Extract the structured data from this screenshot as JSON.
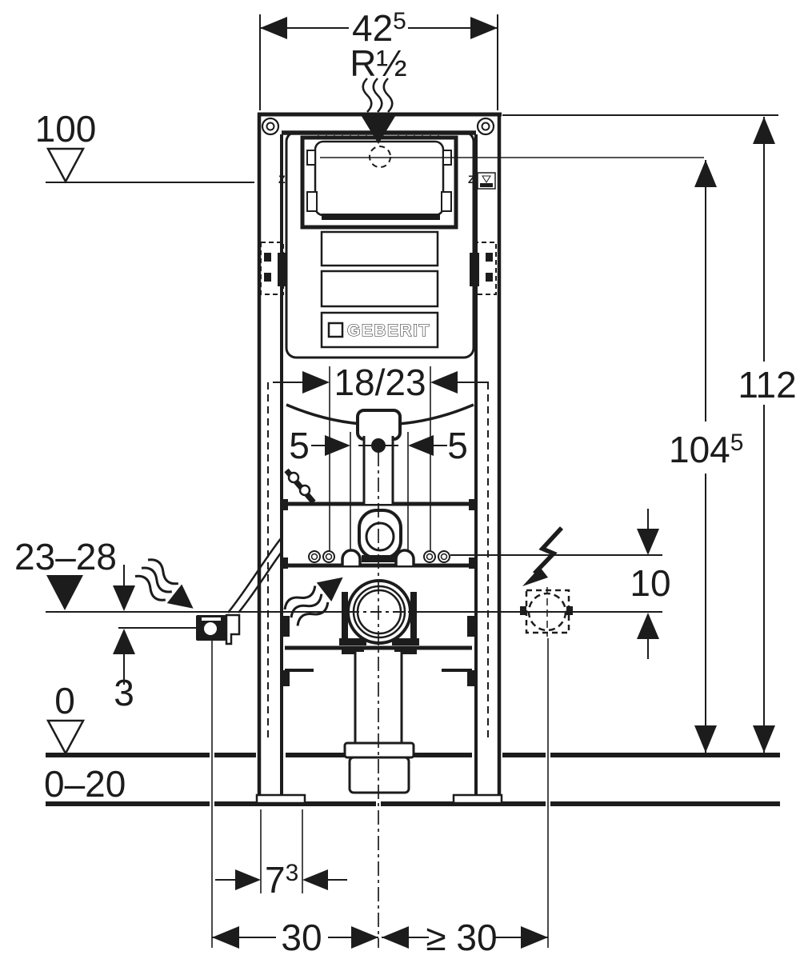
{
  "drawing": {
    "brand_logo": "GEBERIT",
    "type": "installation-frame-dimensional-drawing",
    "line_color": "#1c1c1c",
    "background_color": "#ffffff",
    "labels": {
      "top_width": {
        "value": "42",
        "sup": "5"
      },
      "supply_thread": "R½",
      "level_supply": "100",
      "total_height": "112",
      "bend_height": {
        "value": "104",
        "sup": "5"
      },
      "fixing_spacing": "18/23",
      "offset_left": "5",
      "offset_right": "5",
      "level_outlet_range": "23–28",
      "socket_offset": "10",
      "valve_drop": "3",
      "level_zero": "0",
      "floor_buildup_range": "0–20",
      "foot_depth": {
        "value": "7",
        "sup": "3"
      },
      "distance_left": "30",
      "distance_right": "≥ 30",
      "mark_z_left": "Z",
      "mark_z_right": "Z"
    },
    "icons": [
      "water-flow-arrow",
      "flush-water-arrow",
      "supply-water-arrow",
      "lightning-electrical",
      "level-marker-filled",
      "level-marker-open"
    ]
  }
}
